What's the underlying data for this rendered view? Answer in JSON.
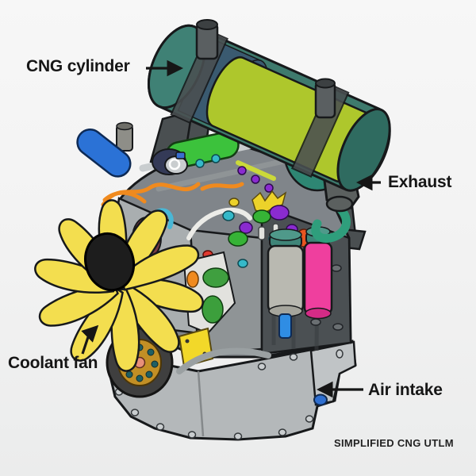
{
  "diagram": {
    "caption": "SIMPLIFIED CNG UTLM",
    "labels": {
      "cng_cylinder": "CNG cylinder",
      "exhaust": "Exhaust",
      "coolant_fan": "Coolant fan",
      "air_intake": "Air intake"
    }
  },
  "colors": {
    "bgTop": "#f7f7f7",
    "bgBottom": "#ebecec",
    "ink": "#161616",
    "outline": "#17191b",
    "teal": "#3e7a6d",
    "tealCap": "#2f6b60",
    "slate": "#3a5a70",
    "lime": "#aec72c",
    "strapGray": "#4a4f51",
    "stubGray": "#5a5f61",
    "pipeGray": "#5b605f",
    "tealPipe": "#2f9e7c",
    "blockBack": "#80858a",
    "blockLight": "#a9aeb0",
    "blockMid": "#8f9496",
    "blockDark": "#4b5053",
    "silver": "#c9cdcf",
    "green": "#3cc23c",
    "blue": "#2b72d6",
    "navy": "#343a57",
    "orange": "#f08a1e",
    "cyan": "#35b9c9",
    "purple": "#8a2bd0",
    "yellow": "#ecd22a",
    "redOrange": "#e85520",
    "magenta": "#ef3f9e",
    "filterGray": "#b9b9b1",
    "capTeal": "#3f8578",
    "plugBlue": "#2f8de4",
    "drainBlue": "#2f6fd0",
    "fanYellow": "#f3de4f",
    "hubBlack": "#1d1d1d",
    "gold": "#c28f25",
    "dotTeal": "#1f5f63",
    "salmon": "#e8907a",
    "panGray": "#b4b8ba",
    "plateYellow": "#f2d829",
    "pinkPart": "#d86a78",
    "white": "#e2e2de"
  }
}
